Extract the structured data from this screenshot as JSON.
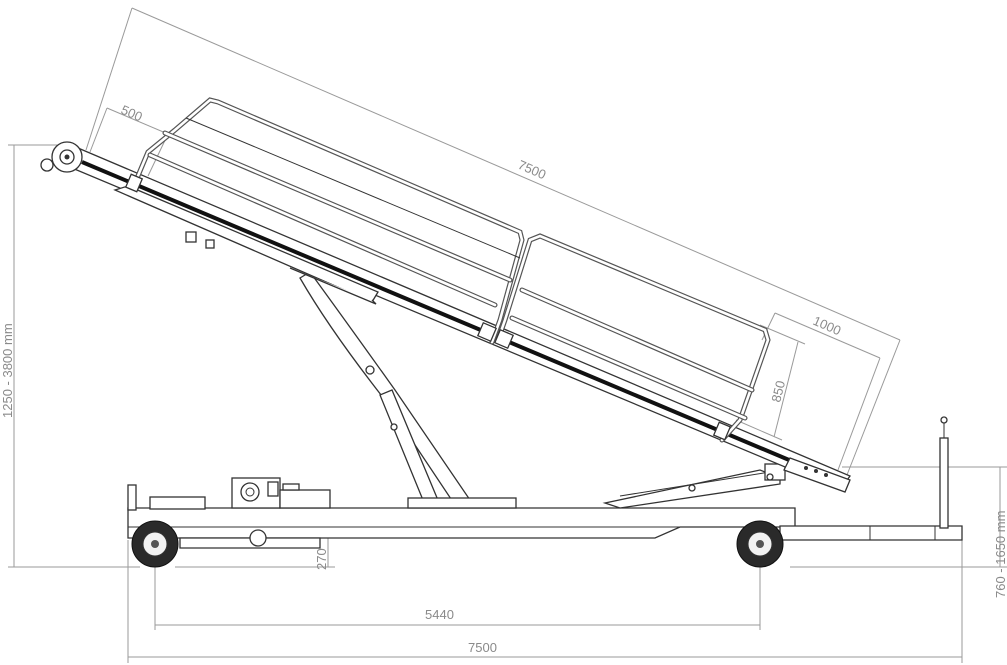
{
  "dimensions": {
    "overall_length_top": "7500",
    "handrail_offset": "500",
    "end_length": "1000",
    "rail_height": "850",
    "lift_height_range": "1250 - 3800 mm",
    "end_height_range": "760 - 1650 mm",
    "ground_clearance": "270",
    "wheelbase": "5440",
    "overall_length_bottom": "7500"
  }
}
